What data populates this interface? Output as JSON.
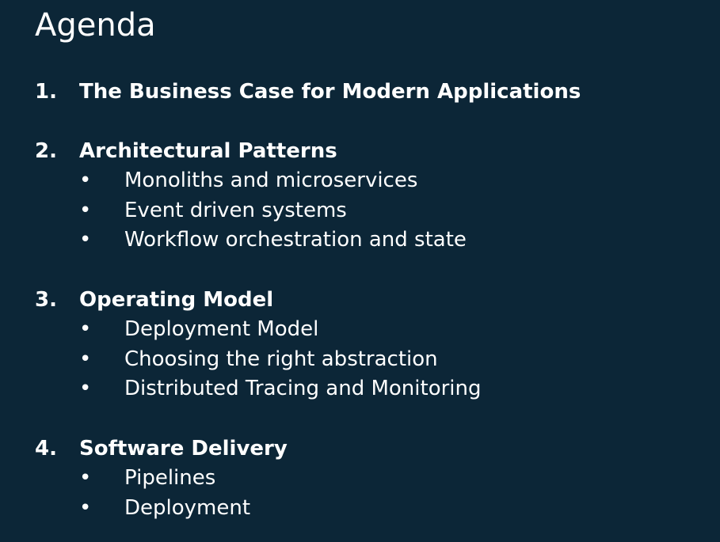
{
  "slide": {
    "title": "Agenda",
    "background": "#0c2637",
    "text_color": "#ffffff"
  },
  "sections": [
    {
      "number": "1.",
      "heading": "The Business Case for Modern Applications",
      "bullets": []
    },
    {
      "number": "2.",
      "heading": "Architectural Patterns",
      "bullets": [
        "Monoliths and microservices",
        "Event driven systems",
        "Workflow orchestration and state"
      ]
    },
    {
      "number": "3.",
      "heading": "Operating Model",
      "bullets": [
        "Deployment Model",
        "Choosing the right abstraction",
        "Distributed Tracing and Monitoring"
      ]
    },
    {
      "number": "4.",
      "heading": "Software Delivery",
      "bullets": [
        "Pipelines",
        "Deployment"
      ]
    }
  ],
  "bullet_glyph": "•"
}
